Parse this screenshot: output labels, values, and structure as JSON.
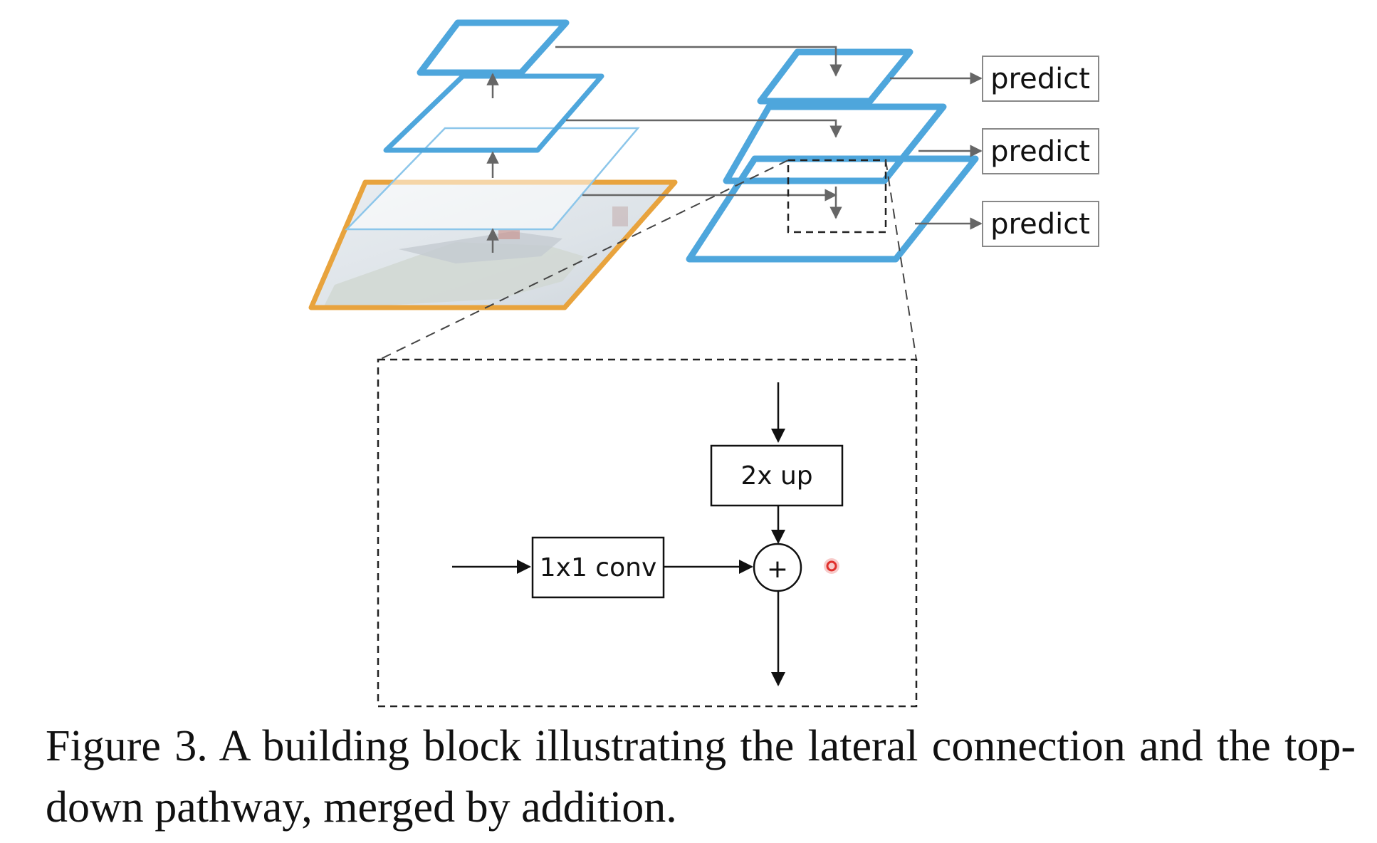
{
  "colors": {
    "pyramid_blue": "#4ea6dc",
    "pyramid_blue_light": "#8cc6ea",
    "image_border": "#e8a33d",
    "arrow_gray": "#666666",
    "ink": "#111111",
    "cursor_red": "#e0302c"
  },
  "diagram": {
    "predict_labels": [
      "predict",
      "predict",
      "predict"
    ],
    "block": {
      "upsample_label": "2x up",
      "conv_label": "1x1 conv",
      "add_symbol": "+"
    }
  },
  "caption": {
    "text": "Figure 3. A building block illustrating the lateral connection and the top-down pathway, merged by addition."
  }
}
